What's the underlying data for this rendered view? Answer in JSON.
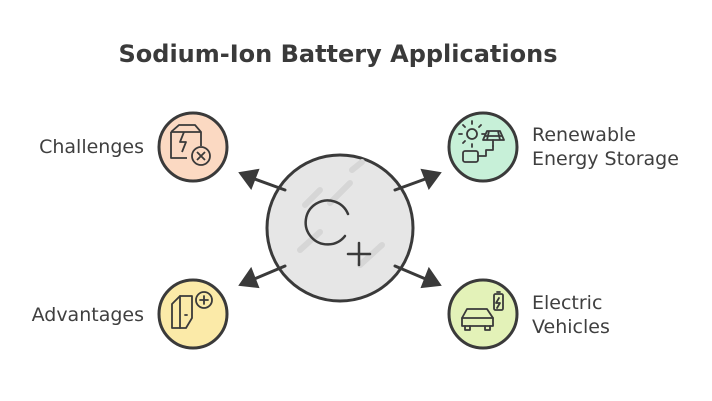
{
  "title": "Sodium-Ion Battery Applications",
  "nodes": [
    {
      "key": "challenges",
      "label": "Challenges",
      "fill": "#fbd9c2",
      "icon": "battery-box-x-icon"
    },
    {
      "key": "renewable",
      "label_line1": "Renewable",
      "label_line2": "Energy Storage",
      "fill": "#c7f0d8",
      "icon": "solar-panel-battery-icon"
    },
    {
      "key": "advantages",
      "label": "Advantages",
      "fill": "#fbeaa8",
      "icon": "battery-plus-icon"
    },
    {
      "key": "electric",
      "label_line1": "Electric",
      "label_line2": "Vehicles",
      "fill": "#e3f2b8",
      "icon": "electric-car-icon"
    }
  ],
  "center": {
    "fill": "#e6e6e6",
    "icon": "sodium-ion-plus-icon"
  },
  "colors": {
    "stroke": "#3a3a3a",
    "text": "#3f3f3f"
  }
}
